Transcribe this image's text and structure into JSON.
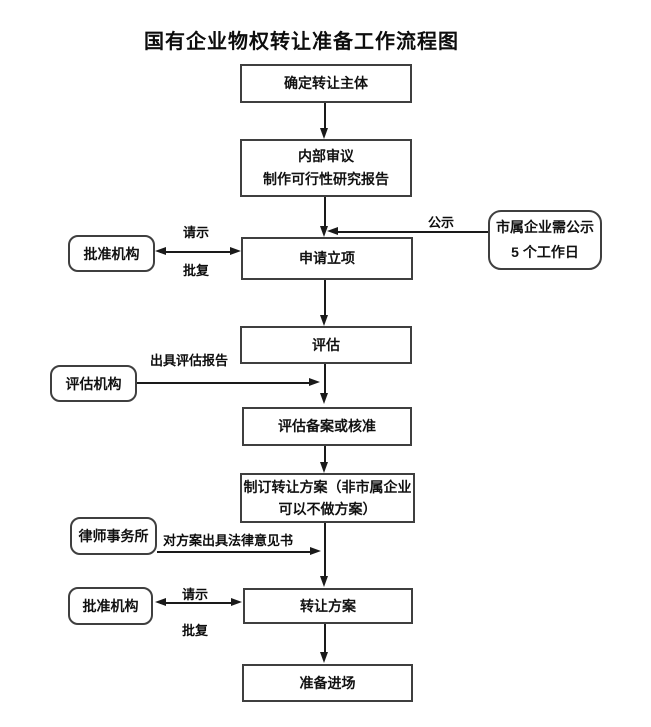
{
  "title": "国有企业物权转让准备工作流程图",
  "colors": {
    "line": "#1a1a1a",
    "box_border": "#3f3f3f",
    "text": "#111111",
    "background": "#ffffff"
  },
  "process_boxes": {
    "step1": "确定转让主体",
    "step2_line1": "内部审议",
    "step2_line2": "制作可行性研究报告",
    "step3": "申请立项",
    "step4": "评估",
    "step5": "评估备案或核准",
    "step6_line1": "制订转让方案（非市属企业",
    "step6_line2": "可以不做方案）",
    "step7": "转让方案",
    "step8": "准备进场"
  },
  "side_boxes": {
    "approval_org_top": "批准机构",
    "evaluation_org": "评估机构",
    "law_firm": "律师事务所",
    "approval_org_bottom": "批准机构",
    "notice_line1": "市属企业需公示",
    "notice_line2": "5 个工作日"
  },
  "edge_labels": {
    "request_top": "请示",
    "reply_top": "批复",
    "publicity": "公示",
    "evaluation_report": "出具评估报告",
    "legal_opinion": "对方案出具法律意见书",
    "request_bottom": "请示",
    "reply_bottom": "批复"
  }
}
